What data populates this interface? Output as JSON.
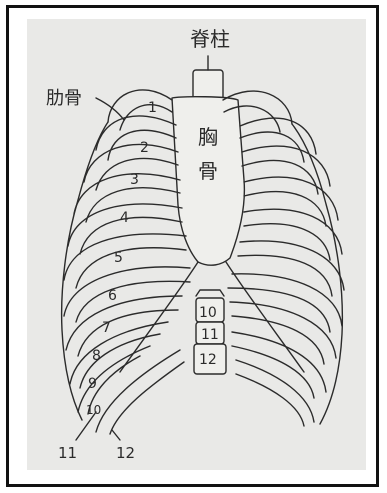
{
  "labels": {
    "spine": "脊柱",
    "ribs": "肋骨",
    "sternum_line1": "胸",
    "sternum_line2": "骨"
  },
  "rib_numbers": [
    "1",
    "2",
    "3",
    "4",
    "5",
    "6",
    "7",
    "8",
    "9",
    "10",
    "11",
    "12"
  ],
  "vertebra_numbers": [
    "10",
    "11",
    "12"
  ],
  "floating_rib_labels": [
    "11",
    "12"
  ],
  "colors": {
    "ink": "#2b2b2b",
    "paper": "#e9e9e7",
    "frame": "#111111"
  }
}
